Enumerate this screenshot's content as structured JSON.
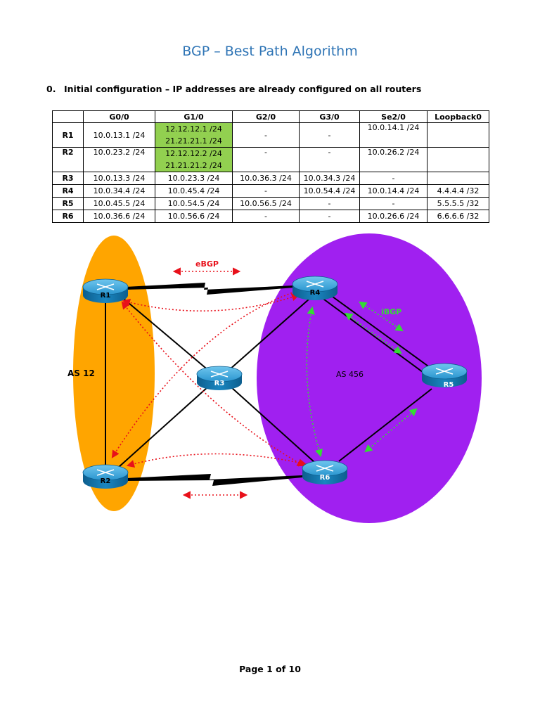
{
  "document": {
    "title": "BGP – Best Path Algorithm",
    "section": {
      "number": "0.",
      "text": "Initial configuration – IP addresses are already configured on all routers"
    },
    "table": {
      "headers": [
        "",
        "G0/0",
        "G1/0",
        "G2/0",
        "G3/0",
        "Se2/0",
        "Loopback0"
      ],
      "rows": [
        {
          "router": "R1",
          "g00": "10.0.13.1 /24",
          "g10": [
            "12.12.12.1 /24",
            "21.21.21.1 /24"
          ],
          "g20": "-",
          "g30": "-",
          "se20": "10.0.14.1 /24",
          "lo0": ""
        },
        {
          "router": "R2",
          "g00": "10.0.23.2 /24",
          "g10": [
            "12.12.12.2 /24",
            "21.21.21.2 /24"
          ],
          "g20": "-",
          "g30": "-",
          "se20": "10.0.26.2 /24",
          "lo0": ""
        },
        {
          "router": "R3",
          "g00": "10.0.13.3 /24",
          "g10": [
            "10.0.23.3 /24"
          ],
          "g20": "10.0.36.3 /24",
          "g30": "10.0.34.3 /24",
          "se20": "-",
          "lo0": ""
        },
        {
          "router": "R4",
          "g00": "10.0.34.4 /24",
          "g10": [
            "10.0.45.4 /24"
          ],
          "g20": "-",
          "g30": "10.0.54.4 /24",
          "se20": "10.0.14.4 /24",
          "lo0": "4.4.4.4 /32"
        },
        {
          "router": "R5",
          "g00": "10.0.45.5 /24",
          "g10": [
            "10.0.54.5 /24"
          ],
          "g20": "10.0.56.5 /24",
          "g30": "-",
          "se20": "-",
          "lo0": "5.5.5.5 /32"
        },
        {
          "router": "R6",
          "g00": "10.0.36.6 /24",
          "g10": [
            "10.0.56.6 /24"
          ],
          "g20": "-",
          "g30": "-",
          "se20": "10.0.26.6 /24",
          "lo0": "6.6.6.6 /32"
        }
      ]
    },
    "diagram": {
      "as12_label": "AS 12",
      "as456_label": "AS 456",
      "ebgp_label": "eBGP",
      "ibgp_label": "iBGP",
      "routers": [
        "R1",
        "R2",
        "R3",
        "R4",
        "R5",
        "R6"
      ],
      "colors": {
        "as12": "#ffa500",
        "as456": "#a020f0",
        "router": "#1f8fc8",
        "ebgp": "#e8101a",
        "ibgp": "#33dd33"
      }
    },
    "footer": "Page 1 of 10"
  }
}
